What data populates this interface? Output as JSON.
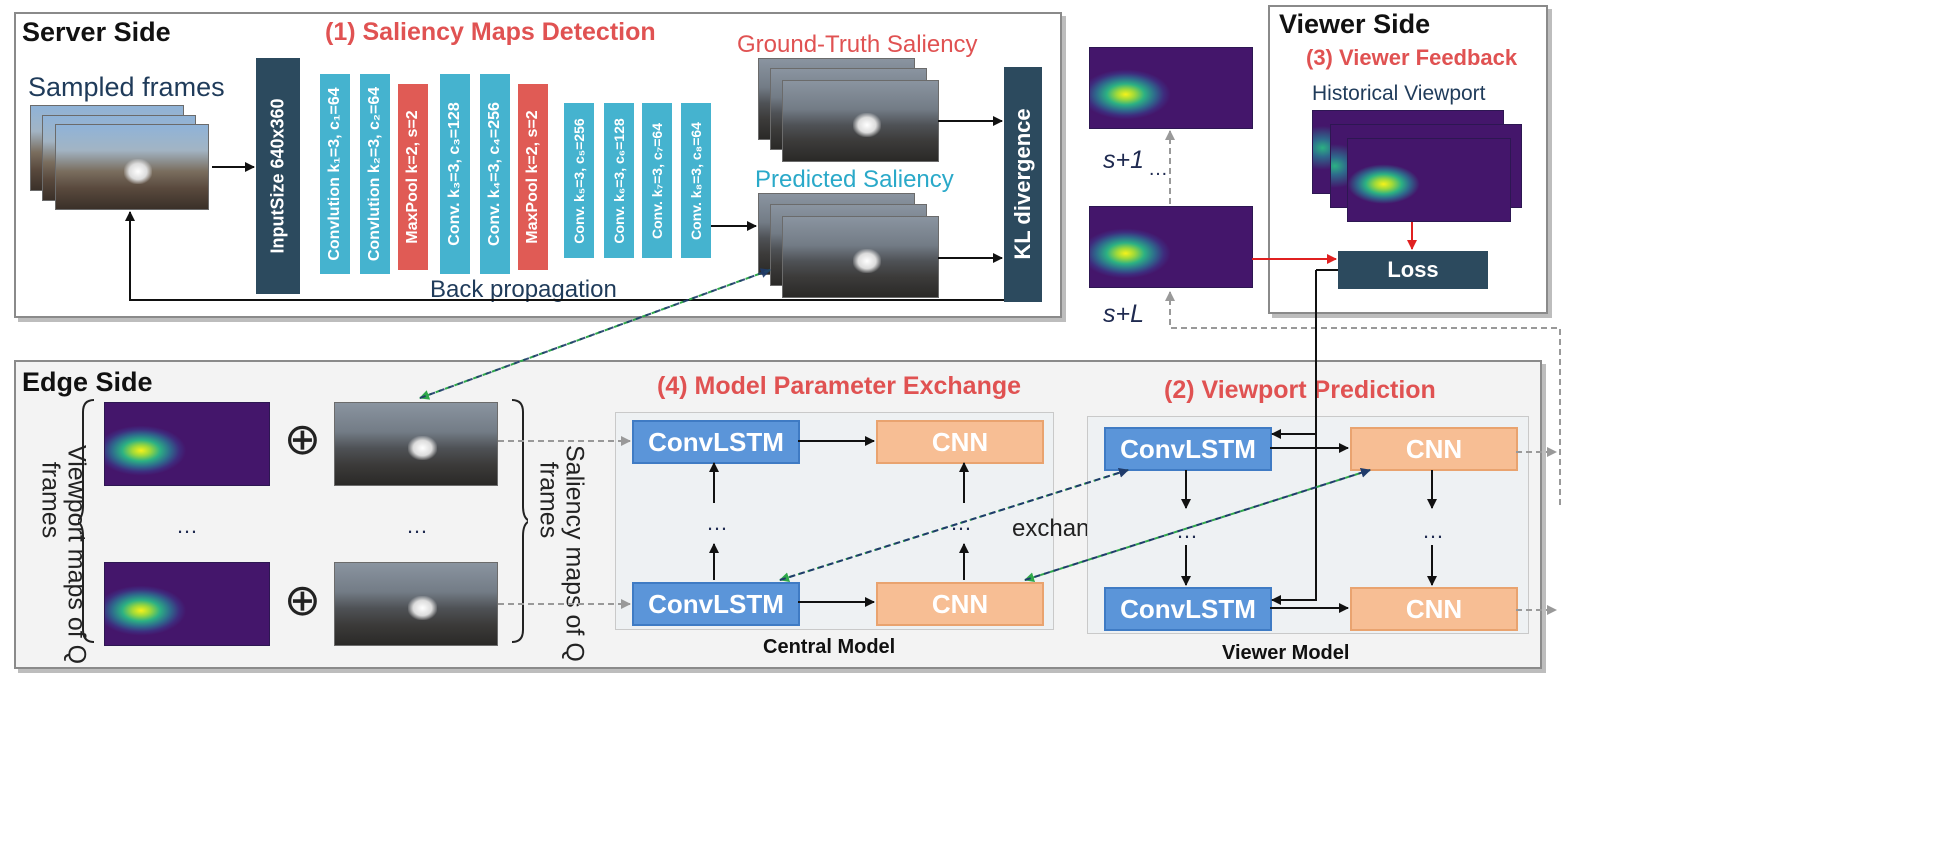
{
  "server": {
    "title": "Server Side",
    "section_title": "(1)  Saliency Maps Detection",
    "sampled_frames": "Sampled frames",
    "input_size": "InputSize 640x360",
    "layers": [
      {
        "label": "Convlution k₁=3, c₁=64",
        "color": "#45b3cf"
      },
      {
        "label": "Convlution k₂=3, c₂=64",
        "color": "#45b3cf"
      },
      {
        "label": "MaxPool k=2, s=2",
        "color": "#e05b55"
      },
      {
        "label": "Conv. k₃=3, c₃=128",
        "color": "#45b3cf"
      },
      {
        "label": "Conv. k₄=3, c₄=256",
        "color": "#45b3cf"
      },
      {
        "label": "MaxPool k=2, s=2",
        "color": "#e05b55"
      },
      {
        "label": "Conv. k₅=3, c₅=256",
        "color": "#45b3cf"
      },
      {
        "label": "Conv. k₆=3, c₆=128",
        "color": "#45b3cf"
      },
      {
        "label": "Conv. k₇=3, c₇=64",
        "color": "#45b3cf"
      },
      {
        "label": "Conv. k₈=3, c₈=64",
        "color": "#45b3cf"
      }
    ],
    "ground_truth": "Ground-Truth Saliency",
    "predicted": "Predicted Saliency",
    "kl": "KL divergence",
    "back_propagation": "Back propagation"
  },
  "viewer": {
    "title": "Viewer Side",
    "section_title": "(3)  Viewer Feedback",
    "historical": "Historical Viewport",
    "loss": "Loss"
  },
  "middle": {
    "s1": "s+1",
    "sL": "s+L",
    "dots": "…"
  },
  "edge": {
    "title": "Edge Side",
    "section_exchange": "(4) Model Parameter Exchange",
    "section_prediction": "(2) Viewport Prediction",
    "viewport_maps": "Viewport maps of Q frames",
    "viewport_maps_line1": "Viewport maps of Q",
    "viewport_maps_line2": "frames",
    "saliency_maps_line1": "Saliency maps of Q",
    "saliency_maps_line2": "frames",
    "dots": "…",
    "plus": "⊕",
    "exchange": "exchange",
    "central_model": "Central Model",
    "viewer_model": "Viewer Model",
    "convlstm": "ConvLSTM",
    "cnn": "CNN"
  },
  "colors": {
    "red": "#e05252",
    "teal": "#45b3cf",
    "dark": "#2c4a5e",
    "blue_box": "#5b95d9",
    "orange_box": "#f7be94",
    "green_dashed": "#2ea84a",
    "navy_dashed": "#1f3b6b"
  }
}
